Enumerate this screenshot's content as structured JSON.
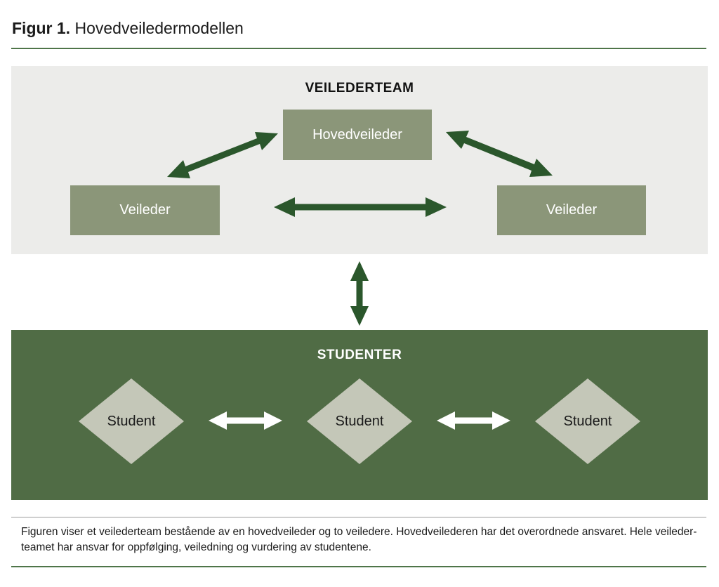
{
  "figure": {
    "label": "Figur 1.",
    "title": "Hovedveiledermodellen"
  },
  "team": {
    "heading": "VEILEDERTEAM",
    "hovedveileder_label": "Hovedveileder",
    "veileder_left_label": "Veileder",
    "veileder_right_label": "Veileder"
  },
  "students": {
    "heading": "STUDENTER",
    "items": [
      {
        "label": "Student"
      },
      {
        "label": "Student"
      },
      {
        "label": "Student"
      }
    ]
  },
  "caption": {
    "lines": [
      "Figuren viser et veilederteam bestående av en hovedveileder og to veiledere. Hovedveilederen har det overordnede ansvaret. Hele veileder-",
      "teamet har ansvar for oppfølging, veiledning og vurdering av studentene."
    ]
  },
  "colors": {
    "rule_green": "#4f7549",
    "team_panel_bg": "#ececea",
    "box_sage_green": "#8b9679",
    "arrow_dark_green": "#2b572c",
    "students_panel_bg": "#506c45",
    "diamond_bg": "#c4c7b8",
    "student_arrow": "#ffffff",
    "divider_gray": "#9b9b9b",
    "text_dark": "#1a1a1a"
  }
}
